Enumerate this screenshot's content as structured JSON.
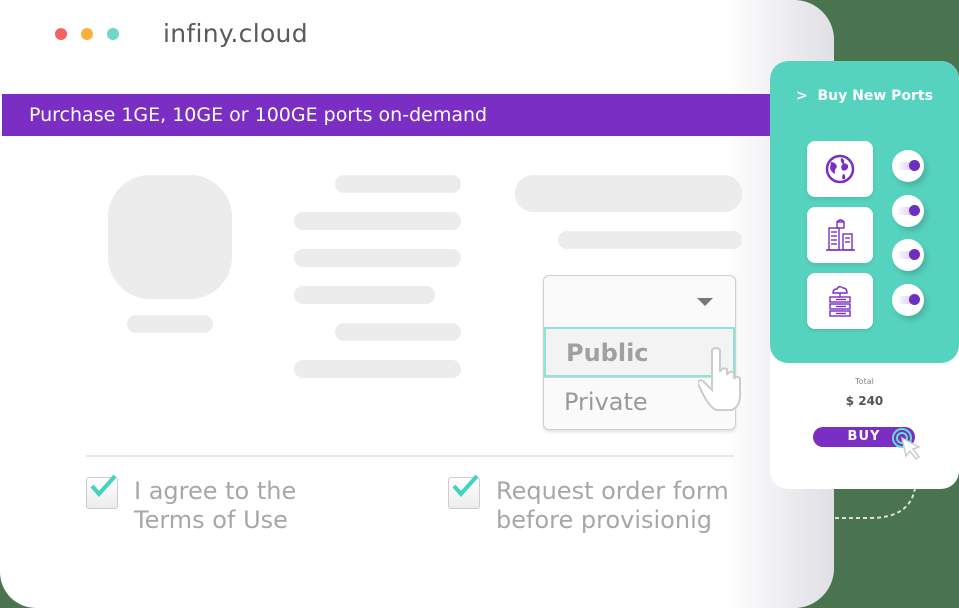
{
  "window": {
    "title": "infiny.cloud",
    "dots": [
      {
        "name": "close",
        "color": "#f4645f"
      },
      {
        "name": "minimize",
        "color": "#fbb03b"
      },
      {
        "name": "maximize",
        "color": "#6cd8c9"
      }
    ]
  },
  "banner": {
    "text": "Purchase 1GE, 10GE or 100GE ports on-demand",
    "color": "#7b2ec4"
  },
  "dropdown": {
    "selected": "",
    "options": [
      {
        "label": "Public",
        "highlighted": true
      },
      {
        "label": "Private",
        "highlighted": false
      }
    ]
  },
  "checkboxes": [
    {
      "line1": "I agree to the",
      "line2": "Terms of Use",
      "checked": true
    },
    {
      "line1": "Request order form",
      "line2": "before provisionig",
      "checked": true
    }
  ],
  "panel": {
    "heading_chevron": ">",
    "heading": "Buy New Ports",
    "items": [
      {
        "icon": "globe-icon"
      },
      {
        "icon": "buildings-icon"
      },
      {
        "icon": "cloud-server-icon"
      }
    ],
    "toggles": [
      true,
      true,
      true,
      true
    ],
    "total_label": "Total",
    "total_value": "$ 240",
    "buy_label": "BUY",
    "accent": "#56d3bf"
  },
  "colors": {
    "background": "#4a7350",
    "purple": "#7b2ec4",
    "teal": "#56d3bf"
  }
}
